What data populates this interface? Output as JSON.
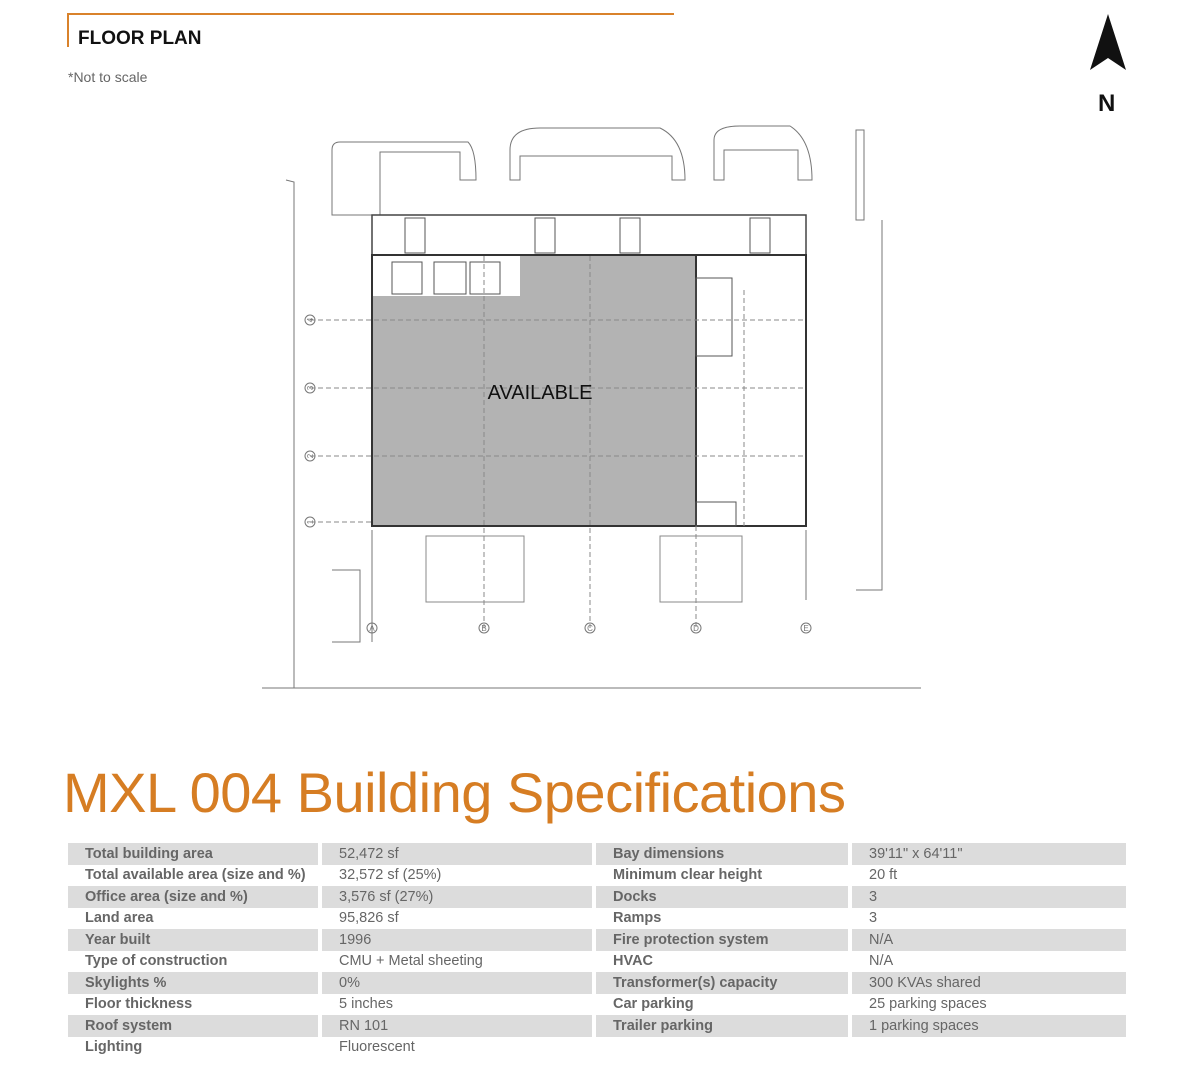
{
  "header": {
    "title": "FLOOR PLAN",
    "note": "*Not to scale",
    "north_label": "N"
  },
  "plan": {
    "available_label": "AVAILABLE",
    "grid_columns": [
      "A",
      "B",
      "C",
      "D",
      "E"
    ],
    "grid_rows": [
      "1",
      "2",
      "3",
      "4"
    ]
  },
  "specs": {
    "title": "MXL 004 Building Specifications",
    "left": [
      {
        "label": "Total building area",
        "value": "52,472 sf"
      },
      {
        "label": "Total available area (size and %)",
        "value": "32,572 sf (25%)"
      },
      {
        "label": "Office area (size and %)",
        "value": "3,576 sf (27%)"
      },
      {
        "label": "Land area",
        "value": "95,826 sf"
      },
      {
        "label": "Year built",
        "value": "1996"
      },
      {
        "label": "Type of construction",
        "value": "CMU + Metal sheeting"
      },
      {
        "label": "Skylights %",
        "value": "0%"
      },
      {
        "label": "Floor thickness",
        "value": "5 inches"
      },
      {
        "label": "Roof system",
        "value": "RN 101"
      },
      {
        "label": "Lighting",
        "value": "Fluorescent"
      }
    ],
    "right": [
      {
        "label": "Bay dimensions",
        "value": "39'11\" x 64'11\""
      },
      {
        "label": "Minimum clear height",
        "value": "20 ft"
      },
      {
        "label": "Docks",
        "value": "3"
      },
      {
        "label": "Ramps",
        "value": "3"
      },
      {
        "label": "Fire protection system",
        "value": "N/A"
      },
      {
        "label": "HVAC",
        "value": "N/A"
      },
      {
        "label": "Transformer(s) capacity",
        "value": "300 KVAs shared"
      },
      {
        "label": "Car parking",
        "value": "25 parking spaces"
      },
      {
        "label": "Trailer parking",
        "value": "1 parking spaces"
      }
    ]
  },
  "colors": {
    "accent": "#d67d23",
    "available": "#b3b3b3"
  }
}
